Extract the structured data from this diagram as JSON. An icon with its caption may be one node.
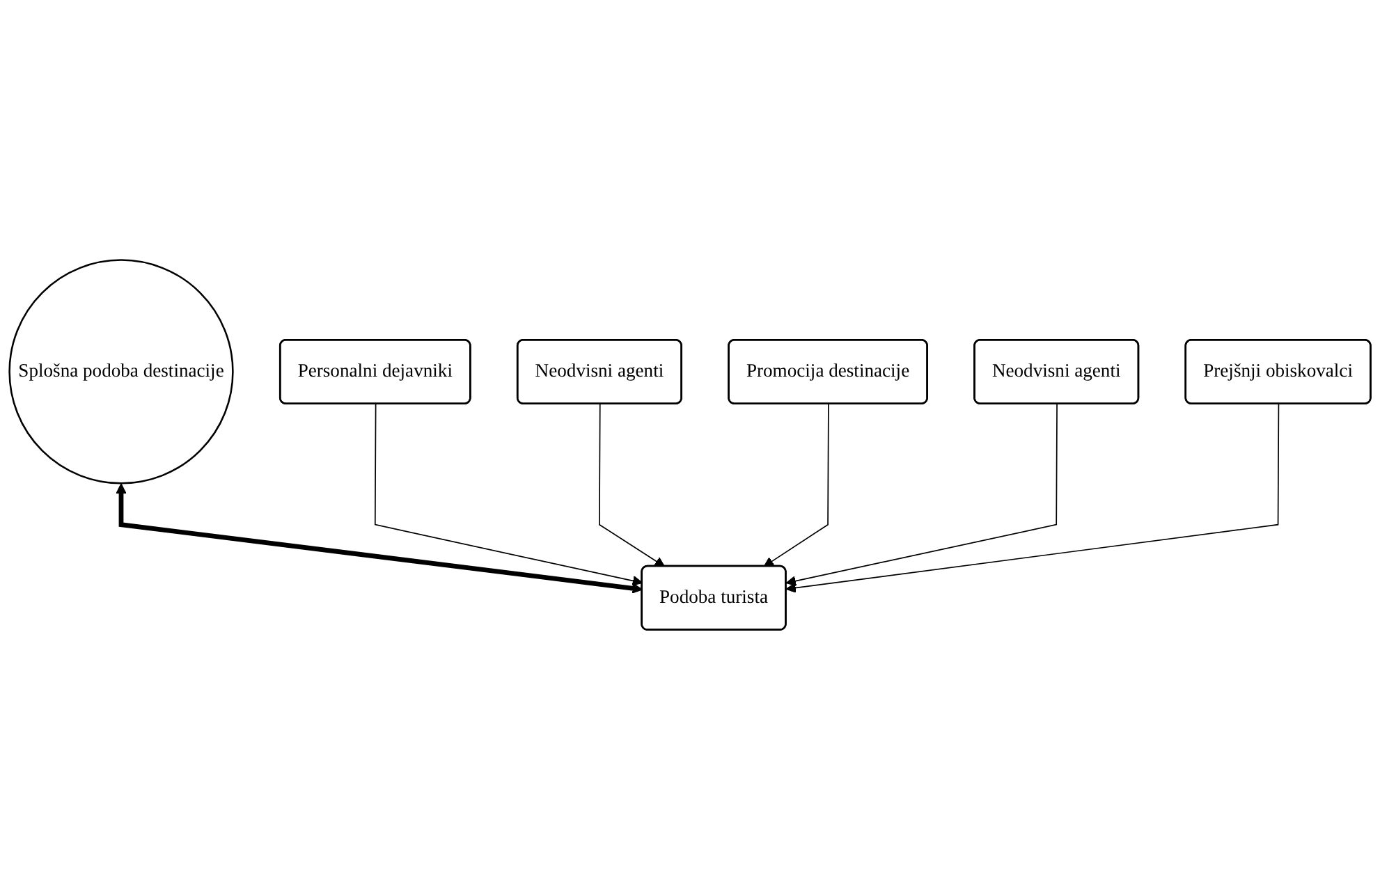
{
  "diagram": {
    "nodes": [
      {
        "text": [
          "Splošna podoba destinacije"
        ]
      },
      {
        "text": [
          "Promocija destinacije"
        ]
      },
      {
        "text": [
          "Personalni dejavniki"
        ]
      },
      {
        "text": [
          "Neodvisni agenti"
        ]
      },
      {
        "text": [
          "Neodvisni agenti"
        ]
      },
      {
        "text": [
          "Podoba turista"
        ]
      },
      {
        "text": [
          "Prejšnji obiskovalci"
        ]
      }
    ],
    "edges": [
      {
        "from": 0,
        "to": 5,
        "arrow": "both",
        "style": "thick"
      },
      {
        "from": 2,
        "to": 5,
        "arrow": "to"
      },
      {
        "from": 4,
        "to": 5,
        "arrow": "to"
      },
      {
        "from": 1,
        "to": 5,
        "arrow": "to"
      },
      {
        "from": 3,
        "to": 5,
        "arrow": "to"
      },
      {
        "from": 6,
        "to": 5,
        "arrow": "to"
      }
    ]
  }
}
